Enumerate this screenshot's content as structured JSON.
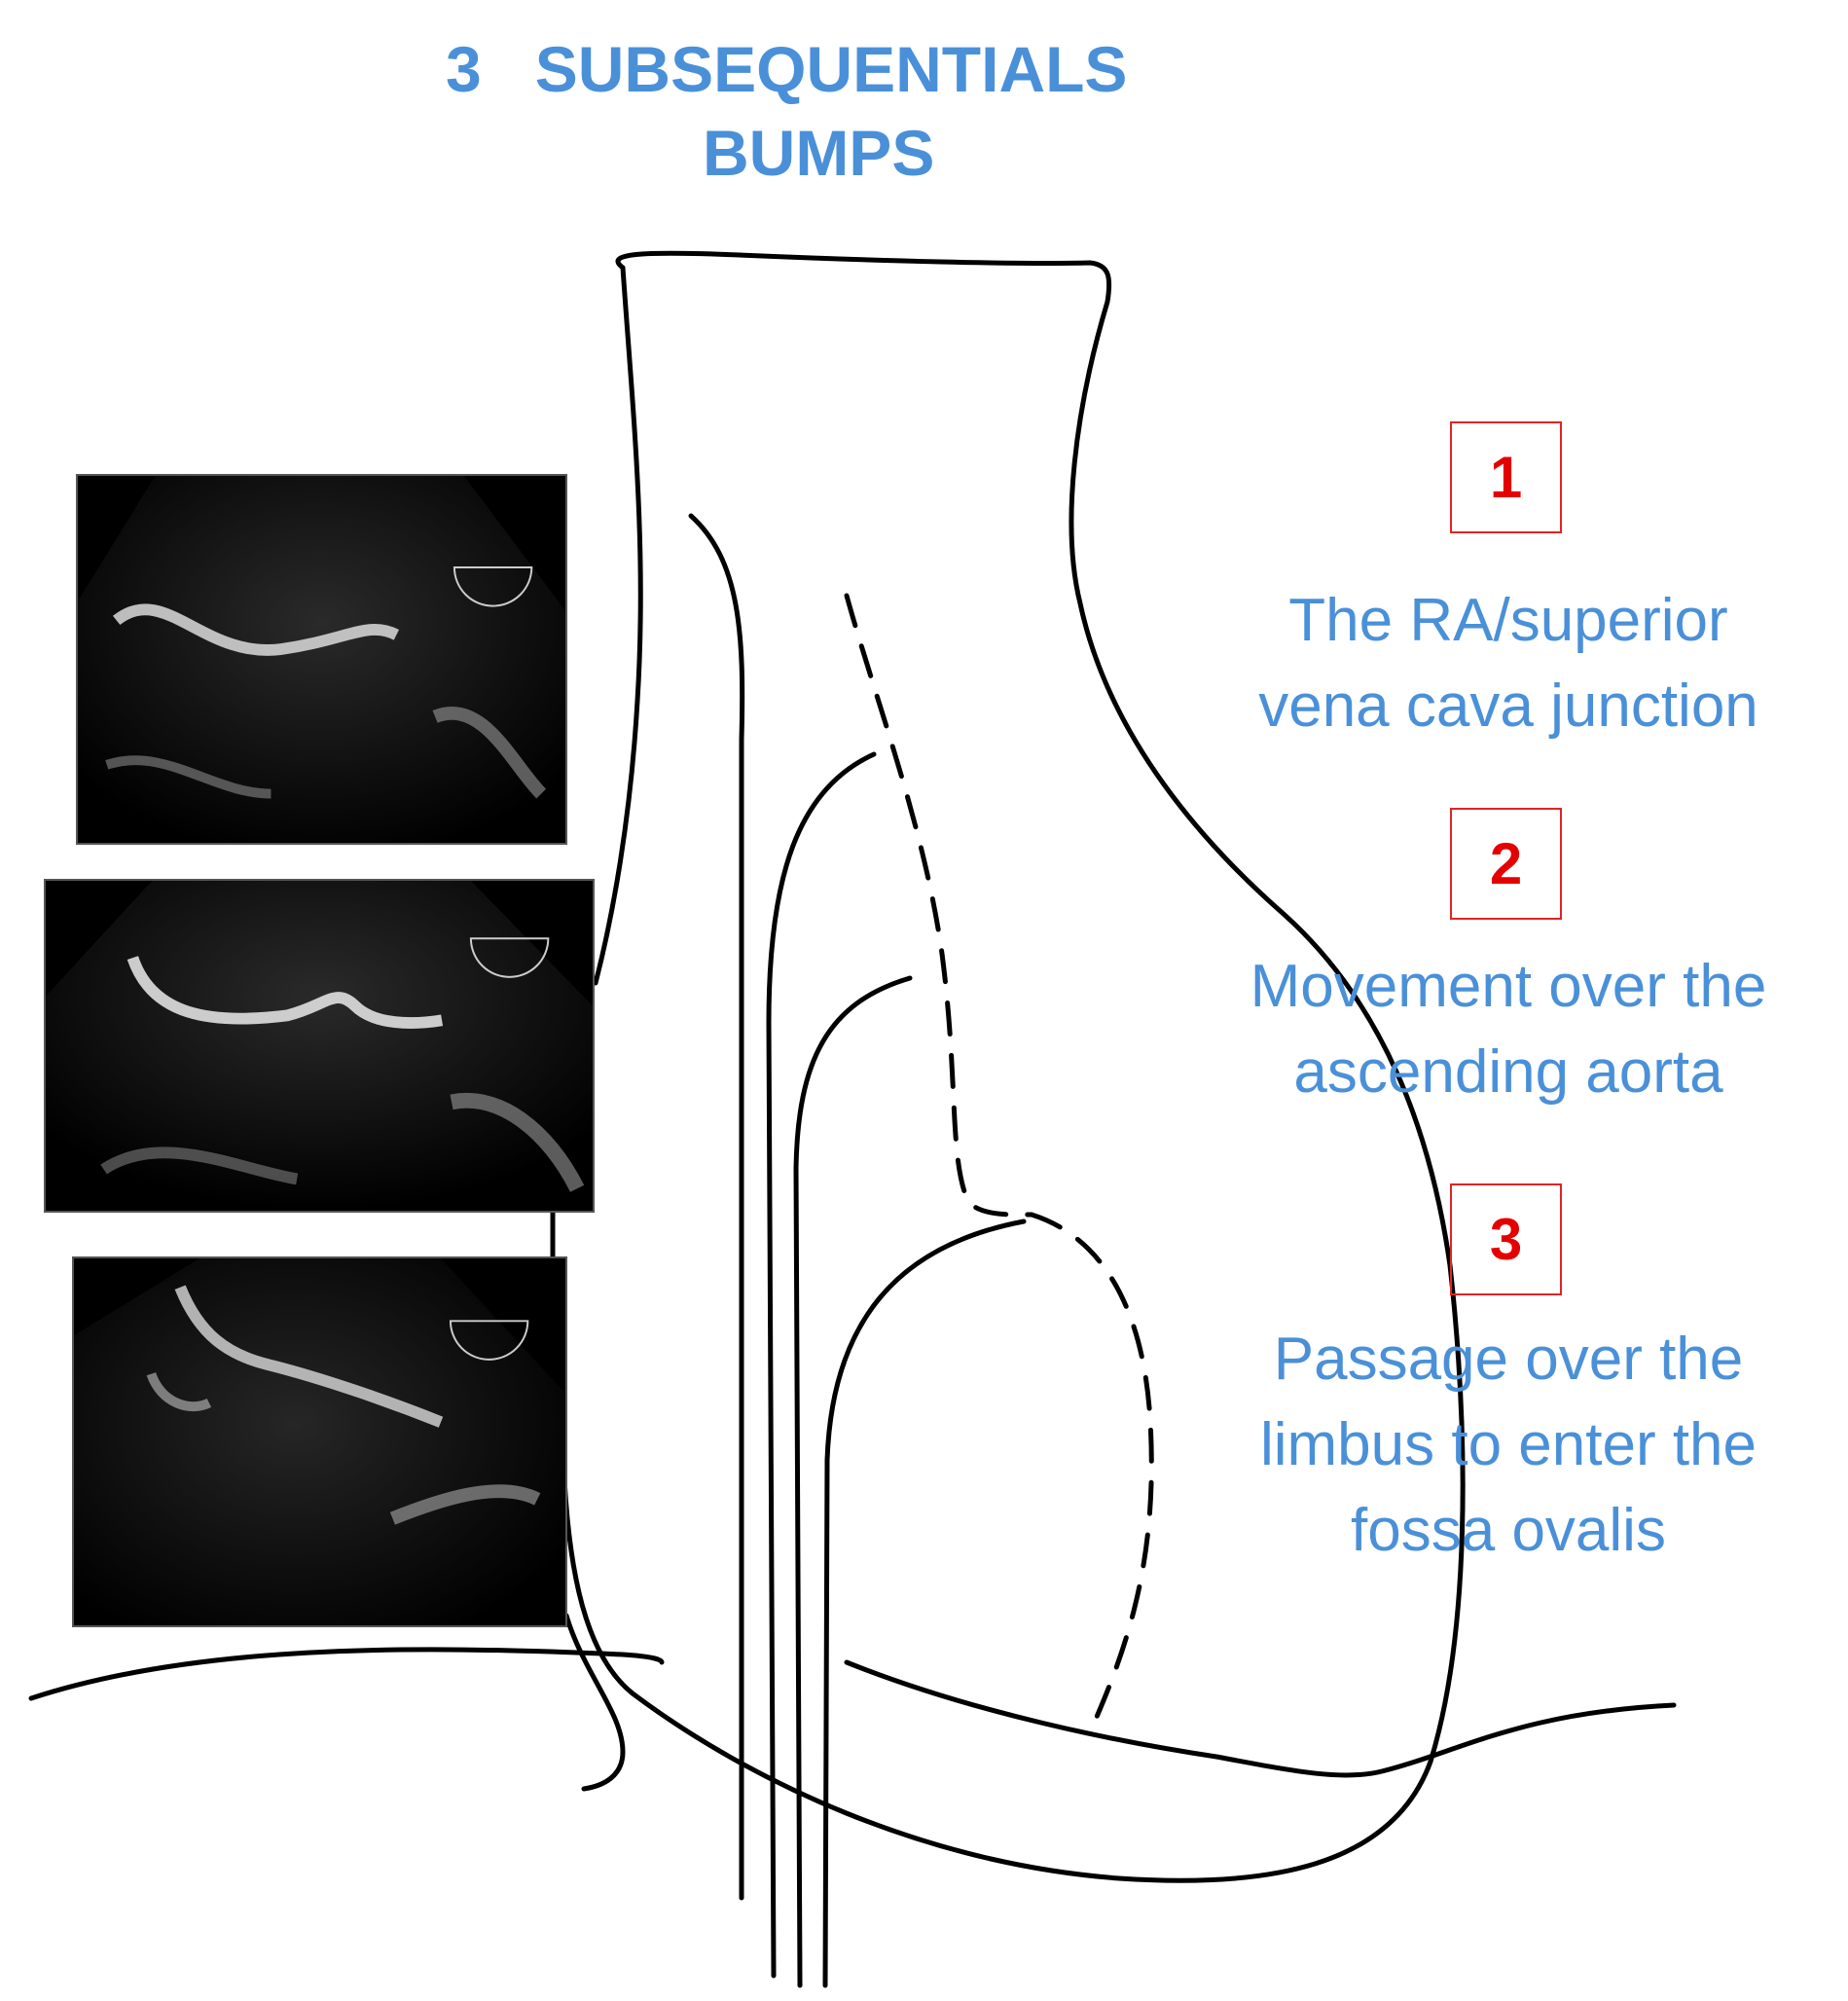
{
  "title": {
    "line1": "3   SUBSEQUENTIALS",
    "line2": "BUMPS"
  },
  "steps": [
    {
      "number": "1",
      "lines": [
        "The RA/superior",
        "vena cava junction"
      ]
    },
    {
      "number": "2",
      "lines": [
        "Movement over the",
        "ascending aorta"
      ]
    },
    {
      "number": "3",
      "lines": [
        "Passage over the",
        "limbus to enter the",
        "fossa ovalis"
      ]
    }
  ],
  "colors": {
    "title": "#4a90d9",
    "step_text": "#4a90d9",
    "step_number": "#e50000",
    "step_box_border": "#e02424",
    "outline": "#000000"
  }
}
